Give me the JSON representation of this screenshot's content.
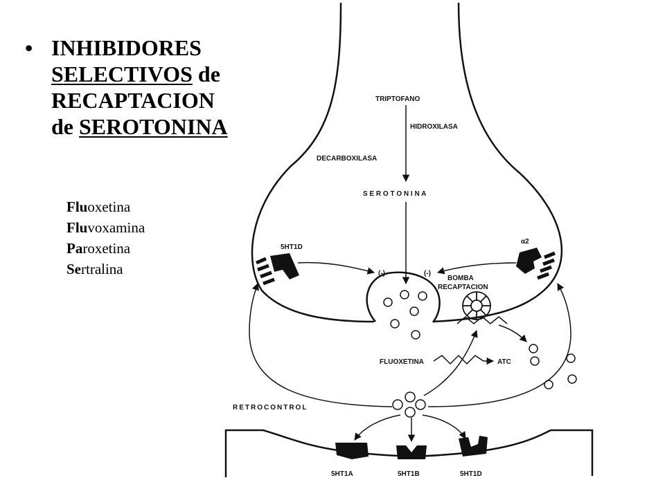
{
  "title": {
    "bullet": "•",
    "line1": "INHIBIDORES",
    "line2_underlined": "SELECTIVOS",
    "line2_rest": "de",
    "line3": "RECAPTACION",
    "line4_prefix": "de",
    "line4_underlined": "SEROTONINA"
  },
  "drugs": [
    {
      "bold": "Flu",
      "rest": "oxetina"
    },
    {
      "bold": "Flu",
      "rest": "voxamina"
    },
    {
      "bold": "Pa",
      "rest": "roxetina"
    },
    {
      "bold": "Se",
      "rest": "rtralina"
    }
  ],
  "diagram": {
    "triptofano": "TRIPTOFANO",
    "hidroxilasa": "HIDROXILASA",
    "decarboxilasa": "DECARBOXILASA",
    "serotonina": "S E R O T O N I N A",
    "receptor_5ht1d_pre": "5HT1D",
    "receptor_alpha2": "α2",
    "minus_left": "(-)",
    "minus_right": "(-)",
    "bomba": "BOMBA",
    "recaptacion": "RECAPTACION",
    "fluoxetina": "FLUOXETINA",
    "atc": "ATC",
    "retrocontrol": "RETROCONTROL",
    "receptor_5ht1a": "5HT1A",
    "receptor_5ht1b": "5HT1B",
    "receptor_5ht1d_post": "5HT1D"
  }
}
